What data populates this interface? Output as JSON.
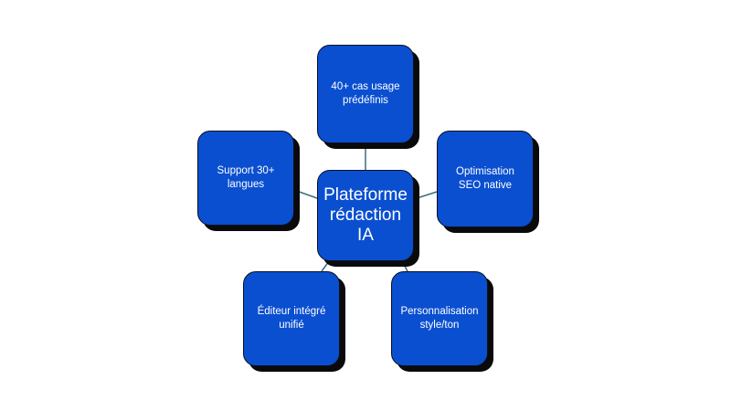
{
  "diagram": {
    "center": {
      "label": "Plateforme\nrédaction\nIA"
    },
    "nodes": [
      {
        "id": "top",
        "label": "40+ cas usage\nprédéfinis"
      },
      {
        "id": "right",
        "label": "Optimisation\nSEO native"
      },
      {
        "id": "left",
        "label": "Support 30+\nlangues"
      },
      {
        "id": "bottom-left",
        "label": "Éditeur intégré\nunifié"
      },
      {
        "id": "bottom-right",
        "label": "Personnalisation\nstyle/ton"
      }
    ],
    "colors": {
      "node_fill": "#0a4fd0",
      "shadow": "#0a0a0a",
      "connector": "#3f6b7d",
      "text": "#ffffff"
    }
  }
}
